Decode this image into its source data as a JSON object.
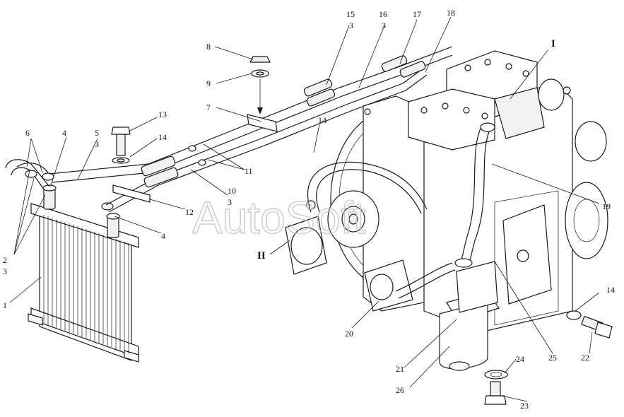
{
  "watermark": "AutoSoft",
  "view_labels": {
    "view_1": "I",
    "view_2": "II"
  },
  "callouts": {
    "c1": "1",
    "c2_3_top": "2",
    "c2_3_bottom": "3",
    "c4_a": "4",
    "c4_b": "4",
    "c5_top": "5",
    "c5_bottom": "3",
    "c6": "6",
    "c7": "7",
    "c8": "8",
    "c9": "9",
    "c10_top": "10",
    "c10_bottom": "3",
    "c11": "11",
    "c12": "12",
    "c13": "13",
    "c14_a": "14",
    "c14_b": "14",
    "c14_c": "14",
    "c15_top": "15",
    "c15_bottom": "3",
    "c16_top": "16",
    "c16_bottom": "3",
    "c17": "17",
    "c18": "18",
    "c19": "19",
    "c20": "20",
    "c21": "21",
    "c22": "22",
    "c23": "23",
    "c24": "24",
    "c25": "25",
    "c26": "26"
  }
}
